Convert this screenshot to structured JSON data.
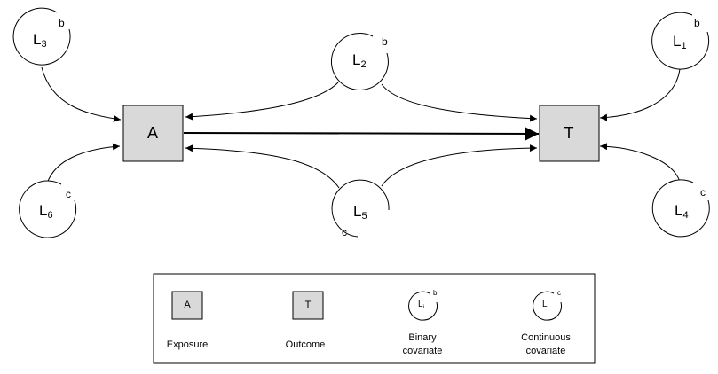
{
  "exposure_box": {
    "label": "A"
  },
  "outcome_box": {
    "label": "T"
  },
  "covariates": [
    {
      "id": "L1",
      "letter": "L",
      "index": "1",
      "type": "b"
    },
    {
      "id": "L2",
      "letter": "L",
      "index": "2",
      "type": "b"
    },
    {
      "id": "L3",
      "letter": "L",
      "index": "3",
      "type": "b"
    },
    {
      "id": "L4",
      "letter": "L",
      "index": "4",
      "type": "c"
    },
    {
      "id": "L5",
      "letter": "L",
      "index": "5",
      "type": "c"
    },
    {
      "id": "L6",
      "letter": "L",
      "index": "6",
      "type": "c"
    }
  ],
  "edges": [
    {
      "from": "A",
      "to": "T"
    },
    {
      "from": "L2",
      "to": "A"
    },
    {
      "from": "L2",
      "to": "T"
    },
    {
      "from": "L5",
      "to": "A"
    },
    {
      "from": "L5",
      "to": "T"
    },
    {
      "from": "L3",
      "to": "A"
    },
    {
      "from": "L6",
      "to": "A"
    },
    {
      "from": "L1",
      "to": "T"
    },
    {
      "from": "L4",
      "to": "T"
    }
  ],
  "legend": {
    "exposure": {
      "box_label": "A",
      "text": "Exposure"
    },
    "outcome": {
      "box_label": "T",
      "text": "Outcome"
    },
    "binary": {
      "letter": "L",
      "index": "i",
      "tag": "b",
      "text": "Binary\ncovariate"
    },
    "continuous": {
      "letter": "L",
      "index": "i",
      "tag": "c",
      "text": "Continuous\ncovariate"
    }
  },
  "colors": {
    "box_fill": "#d9d9d9",
    "stroke": "#000000",
    "background": "#ffffff"
  }
}
